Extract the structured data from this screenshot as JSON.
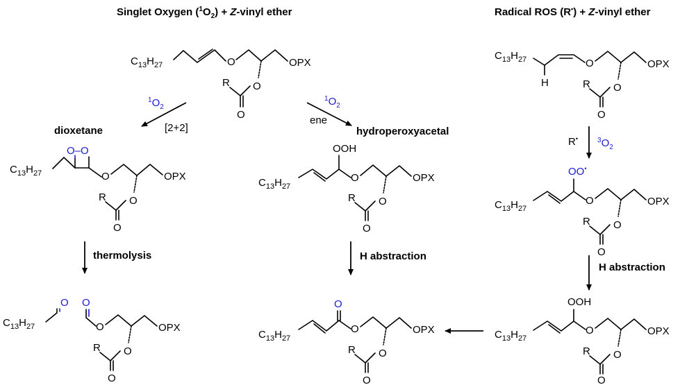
{
  "headings": {
    "singlet_pre": "Singlet Oxygen (",
    "singlet_sup": "1",
    "singlet_mid": "O",
    "singlet_sub": "2",
    "singlet_post": ") + ",
    "singlet_z": "Z",
    "singlet_end": "-vinyl ether",
    "radical_pre": "Radical ROS (R",
    "radical_dot": "•",
    "radical_post": ") + ",
    "radical_z": "Z",
    "radical_end": "-vinyl ether"
  },
  "labels": {
    "dioxetane": "dioxetane",
    "hydroperoxyacetal": "hydroperoxyacetal",
    "thermolysis": "thermolysis",
    "h_abstraction": "H abstraction",
    "cyclo": "[2+2]",
    "ene": "ene",
    "R_dot": "R",
    "dot": "•",
    "o2_sup1": "1",
    "o2_sup3": "3",
    "O": "O",
    "two": "2"
  },
  "atoms": {
    "C": "C",
    "H": "H",
    "n13": "13",
    "n27": "27",
    "O": "O",
    "R": "R",
    "OPX": "OPX",
    "OOH": "OOH",
    "OO": "OO",
    "OdashO": "O–O"
  },
  "colors": {
    "text": "#000000",
    "oxygen_blue": "#1a1ad6",
    "background": "#ffffff"
  }
}
